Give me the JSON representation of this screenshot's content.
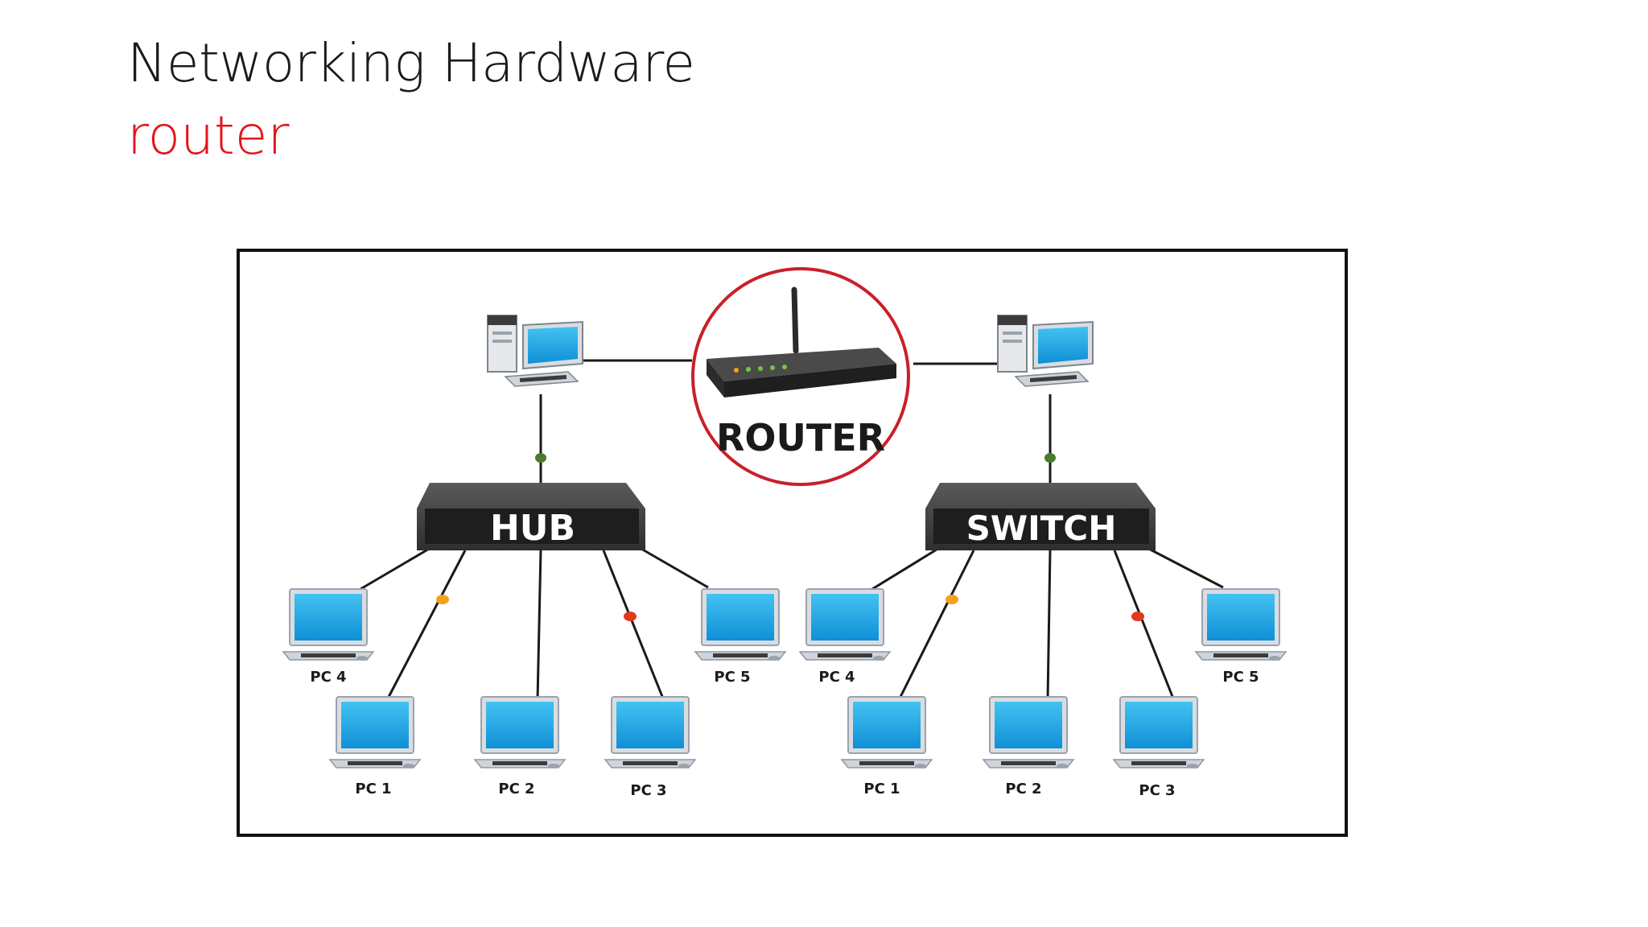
{
  "slide": {
    "title": "Networking Hardware",
    "subtitle": "router"
  },
  "diagram": {
    "router_label": "ROUTER",
    "hub": {
      "label": "HUB",
      "pcs": [
        "PC 4",
        "PC 1",
        "PC 2",
        "PC 3",
        "PC 5"
      ]
    },
    "switch": {
      "label": "SWITCH",
      "pcs": [
        "PC 4",
        "PC 1",
        "PC 2",
        "PC 3",
        "PC 5"
      ]
    }
  },
  "colors": {
    "subtitle": "#e3141b",
    "router_circle": "#c8202a",
    "device_body": "#3b3b3b",
    "screen": "#1fa8e6",
    "dot_green": "#4a7a2a",
    "dot_yellow": "#f2a31b",
    "dot_red": "#e2381e"
  }
}
